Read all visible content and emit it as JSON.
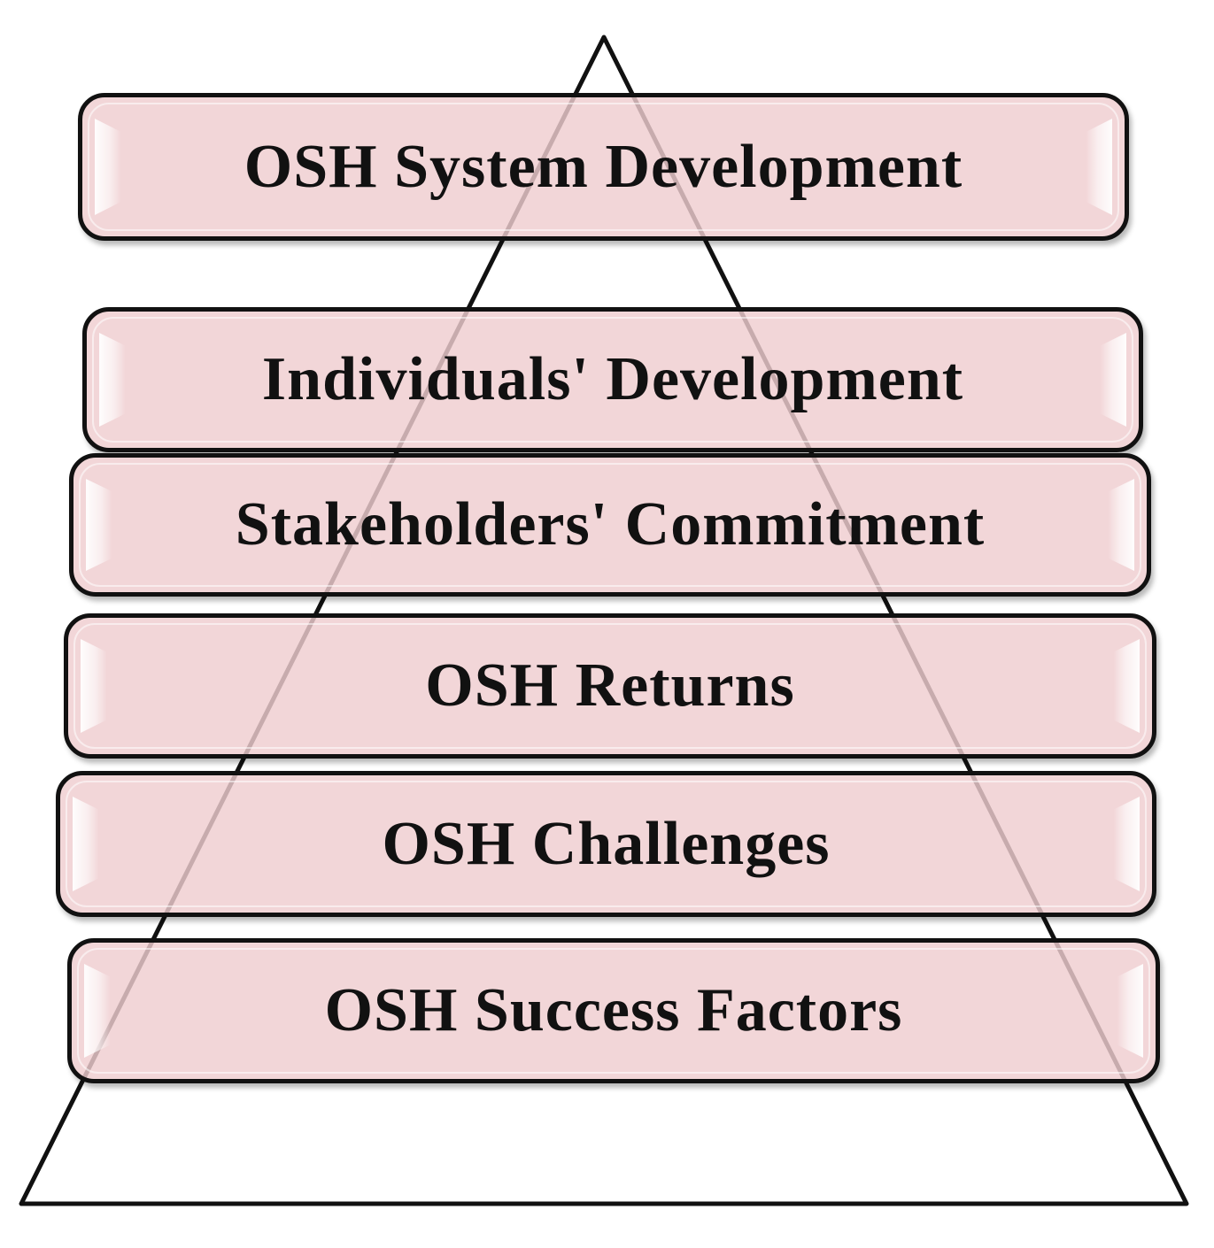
{
  "diagram": {
    "type": "pyramid",
    "fill_color": "#efcdd0",
    "outline_color": "#111111",
    "layers": [
      {
        "label": "OSH System Development"
      },
      {
        "label": "Individuals' Development"
      },
      {
        "label": "Stakeholders' Commitment"
      },
      {
        "label": "OSH Returns"
      },
      {
        "label": "OSH Challenges"
      },
      {
        "label": "OSH Success Factors"
      }
    ]
  }
}
